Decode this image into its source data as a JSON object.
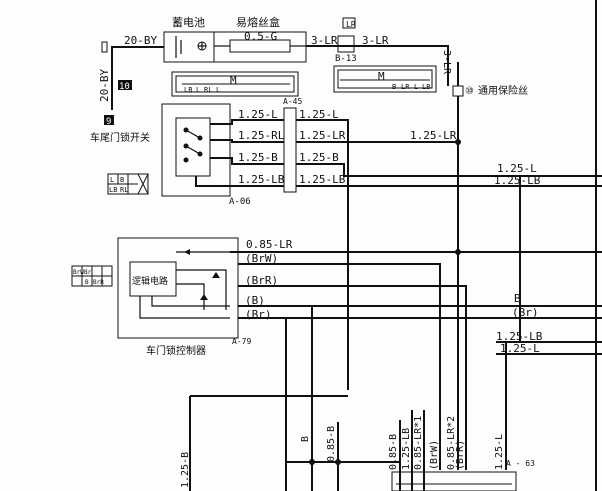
{
  "components": {
    "battery": "蓄电池",
    "fuse_box": "易熔丝盒",
    "fuse_value": "0.5-G",
    "general_fuse": "通用保险丝",
    "general_fuse_no": "⑩",
    "trunk_switch": "车尾门锁开关",
    "logic_circuit": "逻辑电路",
    "door_lock_controller": "车门锁控制器"
  },
  "connectors": {
    "b13": "B-13",
    "a45": "A-45",
    "a06": "A-06",
    "a79": "A-79",
    "a63": "A - 63",
    "n10": "10",
    "n9": "9",
    "lr_tag": "LR"
  },
  "pin_labels": {
    "left_connector": [
      "LB",
      "L",
      "RL",
      "L",
      "M"
    ],
    "b13_connector": [
      "M",
      "B",
      "LR",
      "L",
      "LB"
    ],
    "a06_block": [
      "L",
      "B",
      "LB",
      "RL"
    ],
    "a79_block": [
      "BrW",
      "Br",
      "B",
      "BrR"
    ]
  },
  "wires": {
    "w_20by_top": "20-BY",
    "w_20by_vert": "20-BY",
    "w_3lr_a": "3-LR",
    "w_3lr_b": "3-LR",
    "w_3lr_vert": "3-LR",
    "w_125l_a": "1.25-L",
    "w_125l_b": "1.25-L",
    "w_125rl": "1.25-RL",
    "w_125lr_a": "1.25-LR",
    "w_125lr_b": "1.25-LR",
    "w_125b_a": "1.25-B",
    "w_125b_b": "1.25-B",
    "w_125lb_a": "1.25-LB",
    "w_125lb_b": "1.25-LB",
    "w_125l_right": "1.25-L",
    "w_125lb_right": "1.25-LB",
    "w_085lr": "0.85-LR",
    "w_brw": "(BrW)",
    "w_brr": "(BrR)",
    "w_b_paren": "(B)",
    "w_br_paren": "(Br)",
    "w_b_right": "B",
    "w_br_right": "(Br)",
    "w_125lb_right2": "1.25-LB",
    "w_125l_right2": "1.25-L",
    "w_b_vert": "B",
    "w_085b_vert": "0.85-B",
    "w_125b_vert": "1.25-B",
    "w_085b_vert2": "0.85-B",
    "w_125lb_vert": "1.25-LB",
    "w_085lr_star1": "0.85-LR*1",
    "w_brw_vert": "(BrW)",
    "w_085lr_star2": "0.85-LR*2",
    "w_brr_vert": "(BrR)",
    "w_125l_vert": "1.25-L"
  }
}
